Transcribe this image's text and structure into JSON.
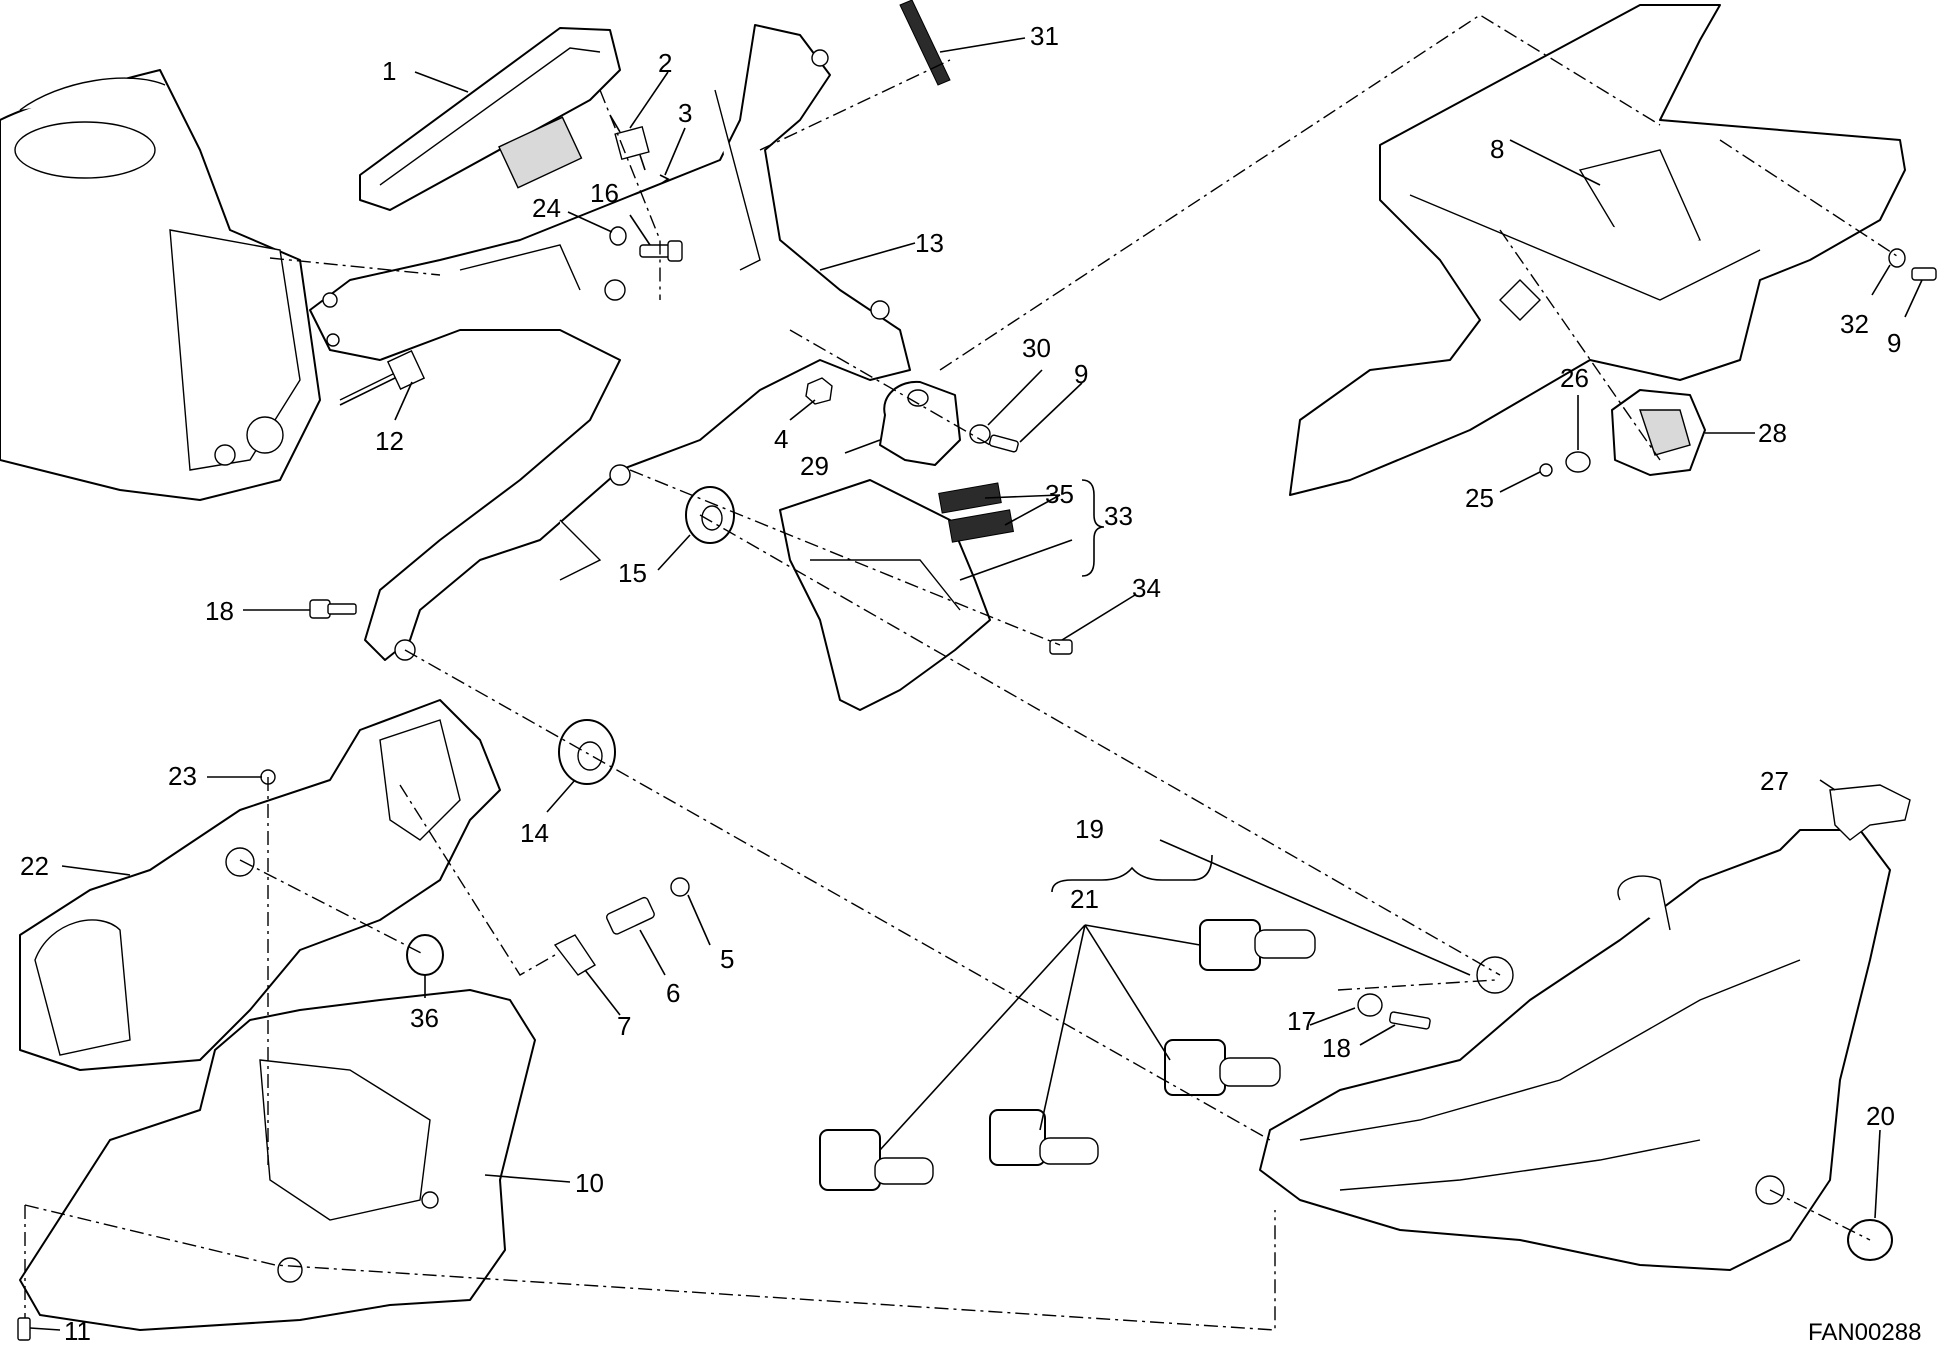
{
  "diagram": {
    "code": "FAN00288",
    "callouts": [
      "1",
      "2",
      "3",
      "4",
      "5",
      "6",
      "7",
      "8",
      "9",
      "9",
      "10",
      "11",
      "12",
      "13",
      "14",
      "15",
      "16",
      "17",
      "18",
      "18",
      "19",
      "20",
      "21",
      "22",
      "23",
      "24",
      "25",
      "26",
      "27",
      "28",
      "29",
      "30",
      "31",
      "32",
      "33",
      "34",
      "35",
      "36"
    ]
  }
}
